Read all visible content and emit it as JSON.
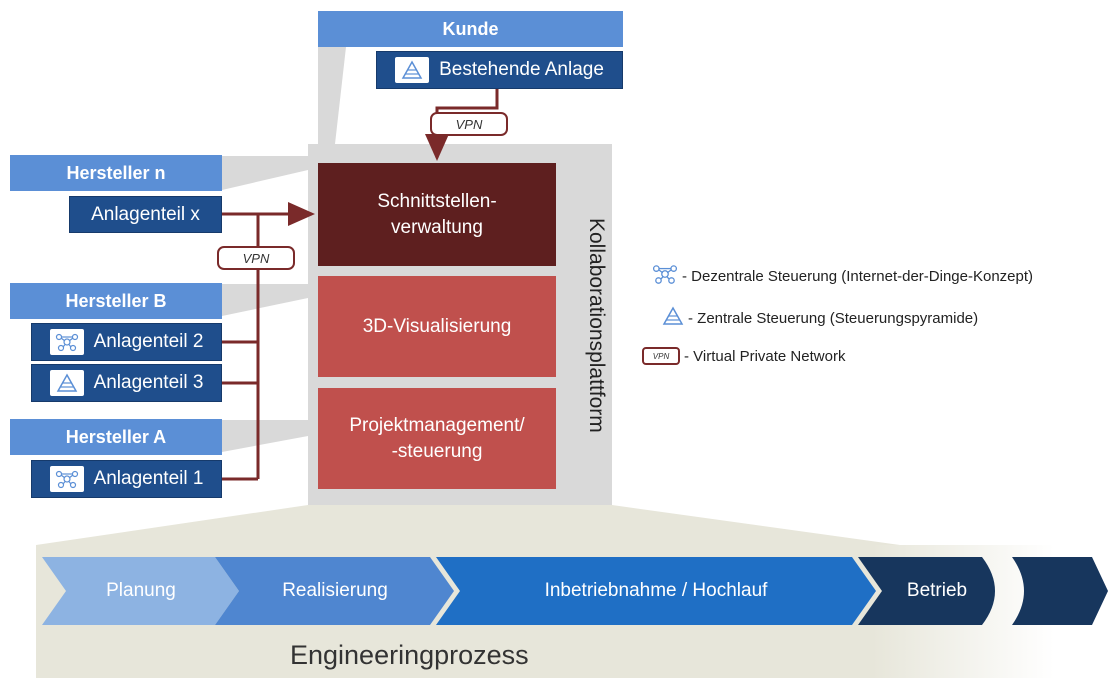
{
  "customer": {
    "title": "Kunde",
    "system": "Bestehende Anlage"
  },
  "manufacturers": [
    {
      "title": "Hersteller n",
      "parts": [
        "Anlagenteil x"
      ]
    },
    {
      "title": "Hersteller B",
      "parts": [
        "Anlagenteil 2",
        "Anlagenteil 3"
      ]
    },
    {
      "title": "Hersteller A",
      "parts": [
        "Anlagenteil 1"
      ]
    }
  ],
  "vpn_label": "VPN",
  "platform": {
    "title": "Kollaborationsplattform",
    "modules": [
      "Schnittstellen-\nverwaltung",
      "3D-Visualisierung",
      "Projektmanagement/\n-steuerung"
    ]
  },
  "legend": [
    {
      "icon": "iot-network-icon",
      "text": "- Dezentrale Steuerung (Internet-der-Dinge-Konzept)"
    },
    {
      "icon": "pyramid-icon",
      "text": "- Zentrale Steuerung (Steuerungspyramide)"
    },
    {
      "icon": "vpn-badge-icon",
      "text": "- Virtual Private Network"
    }
  ],
  "process": {
    "title": "Engineeringprozess",
    "phases": [
      "Planung",
      "Realisierung",
      "Inbetriebnahme / Hochlauf",
      "Betrieb"
    ]
  },
  "colors": {
    "header_blue": "#5b8fd6",
    "part_blue": "#1f4e8c",
    "module_dark": "#5e1f1f",
    "module_red": "#c0504d",
    "connector": "#7a2a2a",
    "platform_gray": "#d9d9d9"
  }
}
